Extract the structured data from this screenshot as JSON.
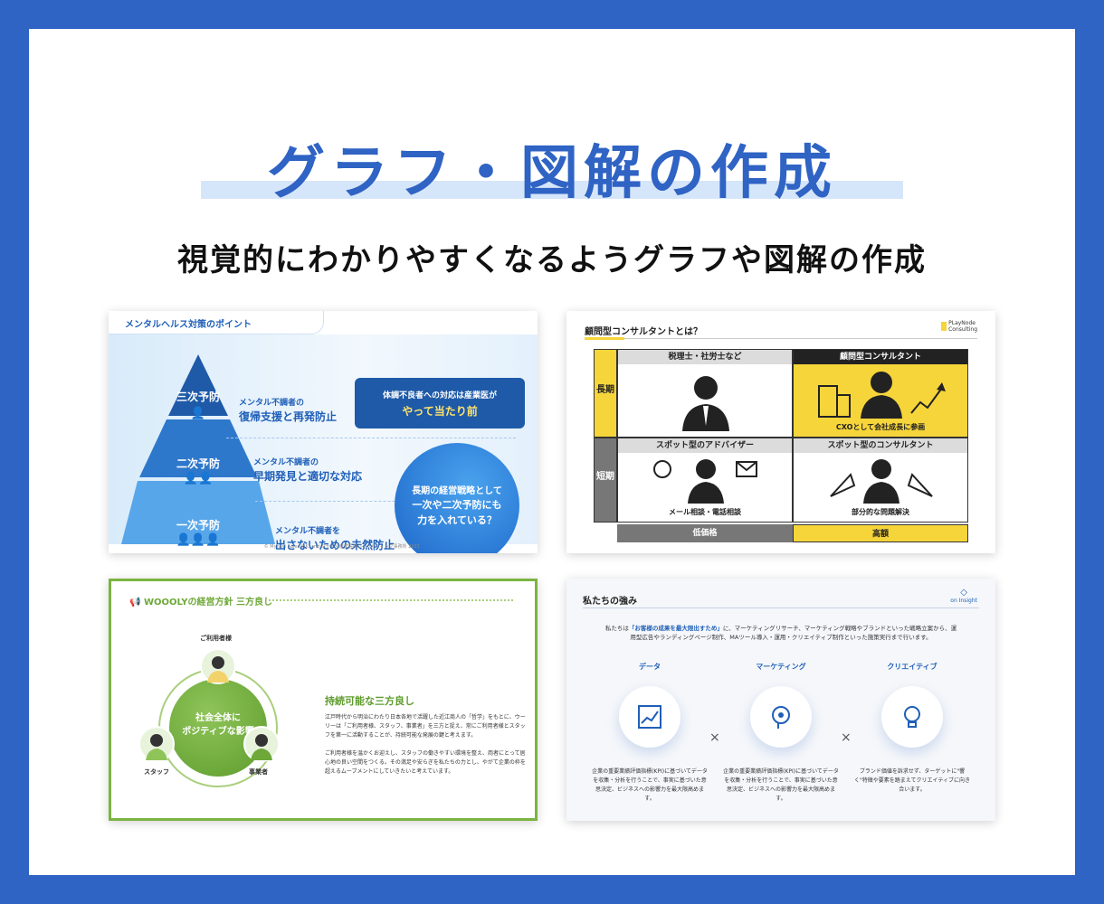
{
  "colors": {
    "brand_blue": "#2f63c4",
    "highlight": "#d6e6fa",
    "yellow": "#f6d53a",
    "green": "#7cb342"
  },
  "header": {
    "title": "グラフ・図解の作成",
    "subtitle": "視覚的にわかりやすくなるようグラフや図解の作成"
  },
  "slide1": {
    "tab": "メンタルヘルス対策のポイント",
    "levels": [
      {
        "label": "三次予防",
        "icons": "👤",
        "small": "メンタル不調者の",
        "big": "復帰支援と再発防止"
      },
      {
        "label": "二次予防",
        "icons": "👤👤",
        "small": "メンタル不調者の",
        "big": "早期発見と適切な対応"
      },
      {
        "label": "一次予防",
        "icons": "👤👤👤",
        "small": "メンタル不調者を",
        "big": "出さないための未然防止"
      }
    ],
    "callout_a": "体調不良者への対応は産業医が",
    "callout_b": "やって当たり前",
    "circle_a": "長期の経営戦略として",
    "circle_b1": "一次や二次予防にも",
    "circle_b2": "力を入れている？",
    "footer": "© Mynavi Sales K.K. and なかもん産業医療コンサルティング事務所 2021"
  },
  "slide2": {
    "title": "顧問型コンサルタントとは？",
    "logo_line1": "PLayNode",
    "logo_line2": "Consulting",
    "side_long": "長期",
    "side_short": "短期",
    "cells": [
      {
        "header": "税理士・社労士など",
        "caption": ""
      },
      {
        "header": "顧問型コンサルタント",
        "caption": "CXOとして会社成長に参画"
      },
      {
        "header": "スポット型のアドバイザー",
        "caption": "メール相談・電話相談"
      },
      {
        "header": "スポット型のコンサルタント",
        "caption": "部分的な問題解決"
      }
    ],
    "bottom_low": "低価格",
    "bottom_high": "高額"
  },
  "slide3": {
    "title": "WOOOLYの経営方針 三方良し",
    "center_line1": "社会全体に",
    "center_line2": "ポジティブな影響",
    "users": "ご利用者様",
    "staff": "スタッフ",
    "business": "事業者",
    "heading": "持続可能な三方良し",
    "para1": "江戸時代から明治にわたり日本各地で活躍した近江商人の「哲学」をもとに、ウーリーは「ご利用者様、スタッフ、事業者」を三方と捉え、常にご利用者様とスタッフを第一に活動することが、持続可能な発展の鍵と考えます。",
    "para2": "ご利用者様を温かくお迎えし、スタッフの働きやすい環境を整え、両者にとって居心地の良い空間をつくる。その満足や安らぎを私たちの力とし、やがて企業の枠を超えるムーブメントにしていきたいと考えています。"
  },
  "slide4": {
    "title": "私たちの強み",
    "logo": "on Insight",
    "intro_pre": "私たちは",
    "intro_bold": "「お客様の成果を最大限出すため」",
    "intro_post": "に、マーケティングリサーチ、マーケティング戦略やブランドといった戦略立案から、運用型広告やランディングページ制作、MAツール導入・運用・クリエイティブ制作といった施策実行まで行います。",
    "times": "×",
    "columns": [
      {
        "label": "データ",
        "icon": "chart-icon",
        "desc": "企業の重要業績評価指標(KPI)に基づいてデータを収集・分析を行うことで、事実に基づいた意思決定、ビジネスへの影響力を最大限高めます。"
      },
      {
        "label": "マーケティング",
        "icon": "head-icon",
        "desc": "企業の重要業績評価指標(KPI)に基づいてデータを収集・分析を行うことで、事実に基づいた意思決定、ビジネスへの影響力を最大限高めます。"
      },
      {
        "label": "クリエイティブ",
        "icon": "bulb-icon",
        "desc": "ブランド価値を訴求せず、ターゲットに\"響く\"特徴や要素を踏まえてクリエイティブに向き合います。"
      }
    ]
  }
}
